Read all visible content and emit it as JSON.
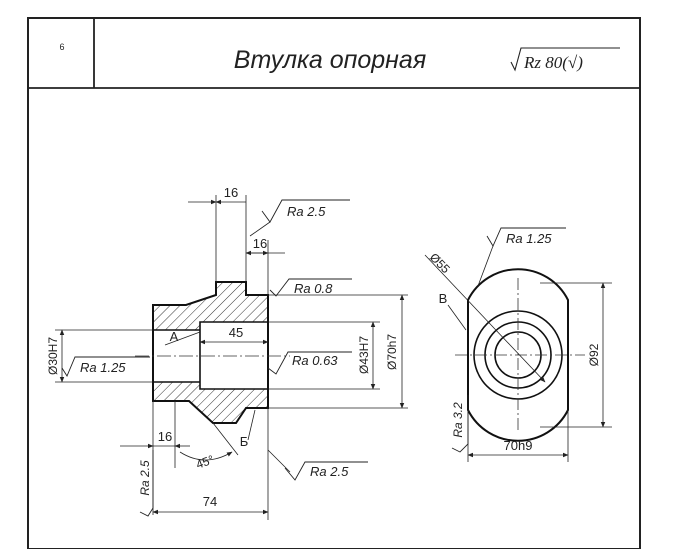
{
  "title_block": {
    "sheet_number": "6",
    "title": "Втулка опорная",
    "general_roughness": "Rz 80(√)"
  },
  "side_view": {
    "dims": {
      "top_width_a": "16",
      "top_width_b": "16",
      "bore_depth": "45",
      "bore_dia": "Ø30H7",
      "mid_dia": "Ø43H7",
      "outer_dia": "Ø70h7",
      "chamfer_len": "16",
      "angle": "45°",
      "overall_len": "74"
    },
    "roughness": {
      "top": "Ra 2.5",
      "flange": "Ra 0.8",
      "bore": "Ra 0.63",
      "left": "Ra 1.25",
      "vertical": "Ra 2.5",
      "bottom": "Ra 2.5"
    },
    "labels": {
      "a": "А",
      "b": "Б"
    }
  },
  "end_view": {
    "dims": {
      "hole_dia": "Ø55",
      "height": "Ø92",
      "width": "70h9"
    },
    "roughness": {
      "top": "Ra 1.25",
      "side": "Ra 3.2"
    },
    "labels": {
      "v": "В"
    }
  }
}
